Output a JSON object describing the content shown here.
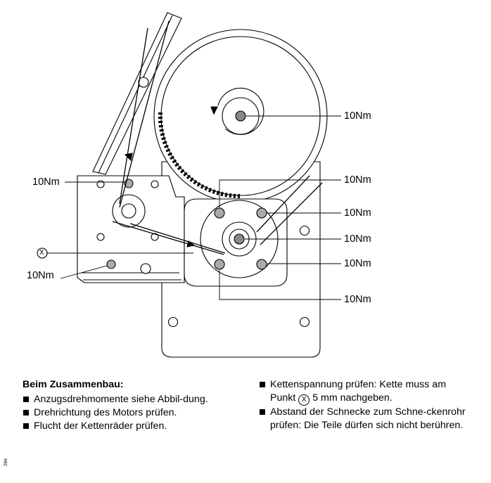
{
  "callouts": {
    "left_top": "10Nm",
    "left_bottom": "10Nm",
    "right_1": "10Nm",
    "right_2": "10Nm",
    "right_3": "10Nm",
    "right_4": "10Nm",
    "right_5": "10Nm",
    "right_6": "10Nm",
    "point_x": "X"
  },
  "instructions": {
    "heading": "Beim Zusammenbau:",
    "left_items": [
      "Anzugsdrehmomente siehe Abbil-dung.",
      "Drehrichtung des Motors prüfen.",
      "Flucht der Kettenräder prüfen."
    ],
    "right_item_1_pre": "Kettenspannung prüfen: Kette muss am Punkt",
    "right_item_1_mark": "X",
    "right_item_1_post": "5 mm nachgeben.",
    "right_item_2": "Abstand der Schnecke zum Schne-ckenrohr prüfen: Die Teile dürfen sich nicht berühren."
  },
  "page_number": "286"
}
